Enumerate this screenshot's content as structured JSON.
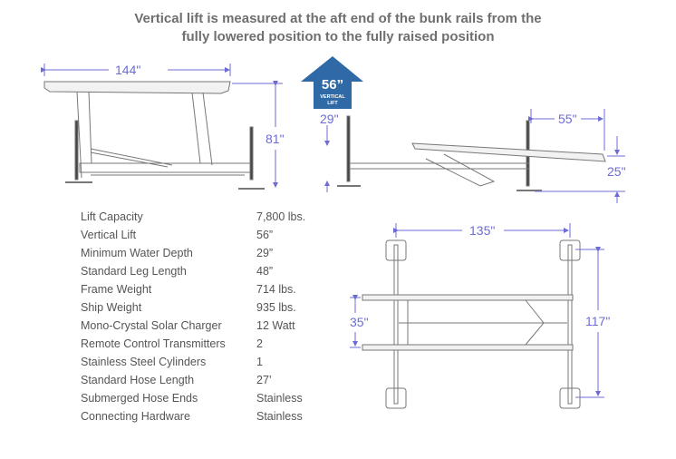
{
  "title": {
    "line1": "Vertical lift is measured at the aft end of the bunk rails from the",
    "line2": "fully lowered position to the fully raised position"
  },
  "badge": {
    "value": "56”",
    "line1": "VERTICAL",
    "line2": "LIFT",
    "color": "#2f6aa6"
  },
  "dimension_color": "#6c6cd4",
  "side_view": {
    "length": "144\"",
    "height": "81\""
  },
  "raised_view": {
    "water_depth": "29\"",
    "bunk_overhang": "55\"",
    "bunk_drop": "25\""
  },
  "top_view": {
    "width": "135\"",
    "length": "117\"",
    "bunk_spacing": "35\""
  },
  "specs": [
    {
      "label": "Lift Capacity",
      "value": "7,800 lbs."
    },
    {
      "label": "Vertical Lift",
      "value": "56”"
    },
    {
      "label": "Minimum Water Depth",
      "value": "29”"
    },
    {
      "label": "Standard Leg Length",
      "value": "48”"
    },
    {
      "label": "Frame Weight",
      "value": "714 lbs."
    },
    {
      "label": "Ship Weight",
      "value": "935 lbs."
    },
    {
      "label": "Mono-Crystal Solar Charger",
      "value": "12 Watt"
    },
    {
      "label": "Remote Control Transmitters",
      "value": "2"
    },
    {
      "label": "Stainless Steel Cylinders",
      "value": "1"
    },
    {
      "label": "Standard Hose Length",
      "value": "27’"
    },
    {
      "label": "Submerged Hose Ends",
      "value": "Stainless"
    },
    {
      "label": "Connecting Hardware",
      "value": "Stainless"
    }
  ]
}
